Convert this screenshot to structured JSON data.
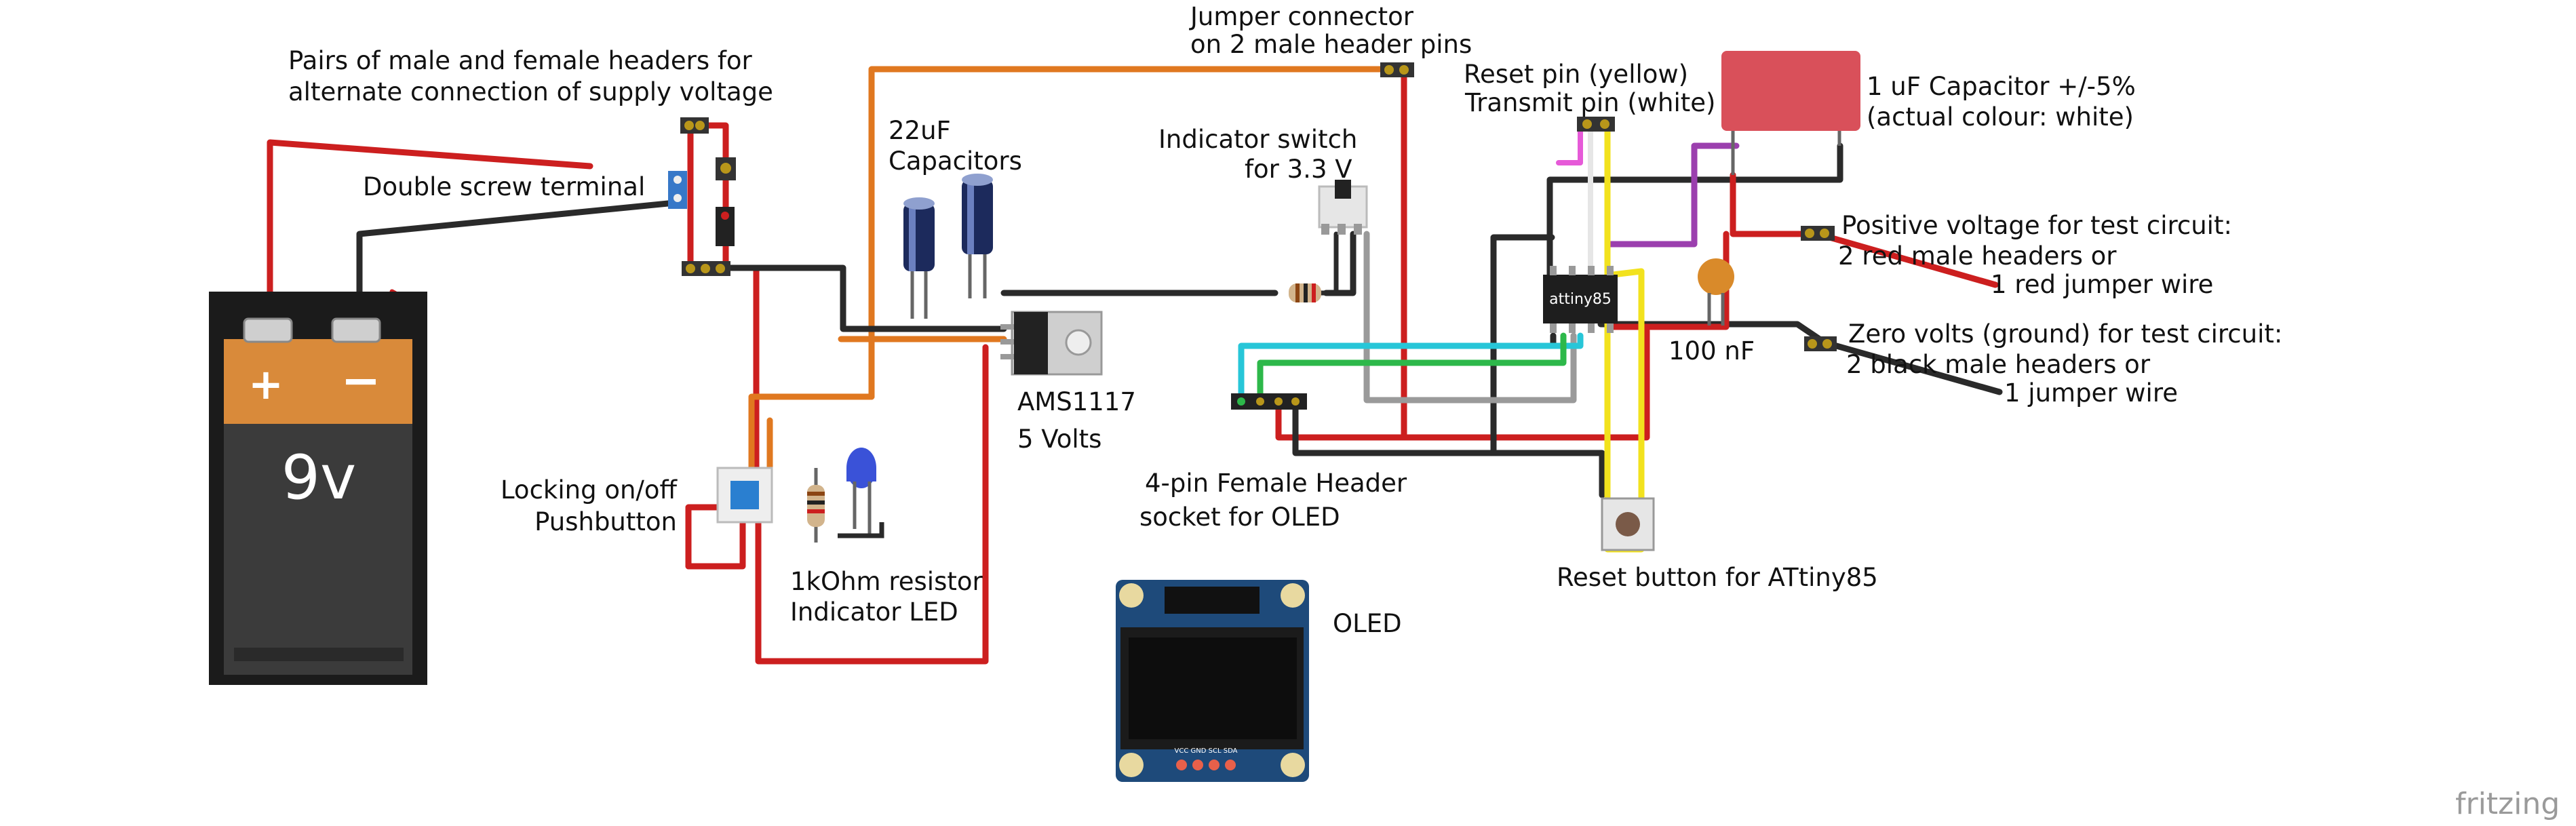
{
  "labels": {
    "headers_pairs_1": "Pairs of male and female headers for",
    "headers_pairs_2": "alternate connection of supply voltage",
    "screw_terminal": "Double screw terminal",
    "capacitors_1": "22uF",
    "capacitors_2": "Capacitors",
    "jumper_1": "Jumper connector",
    "jumper_2": "on 2 male header pins",
    "indicator_switch_1": "Indicator switch",
    "indicator_switch_2": "for 3.3 V",
    "reset_pin": "Reset pin (yellow)",
    "transmit_pin": "Transmit pin (white)",
    "cap_1uf_1": "1 uF Capacitor +/-5%",
    "cap_1uf_2": "(actual colour: white)",
    "positive_1": "Positive voltage for test circuit:",
    "positive_2": "2 red male headers or",
    "positive_3": "1 red jumper wire",
    "zero_1": "Zero volts (ground) for test circuit:",
    "zero_2": "2 black male headers or",
    "zero_3": "1 jumper wire",
    "cap_100nf": "100 nF",
    "regulator_1": "AMS1117",
    "regulator_2": "5 Volts",
    "pushbutton_1": "Locking on/off",
    "pushbutton_2": "Pushbutton",
    "resistor_led_1": "1kOhm resistor",
    "resistor_led_2": "Indicator LED",
    "oled_header_1": "4-pin Female Header",
    "oled_header_2": "socket for OLED",
    "reset_button": "Reset button for ATtiny85",
    "oled": "OLED"
  },
  "parts": {
    "battery_label": "9v",
    "battery_plus": "+",
    "battery_minus": "−",
    "chip_label": "attiny85",
    "oled_pins": "VCC GND SCL SDA"
  },
  "branding": {
    "logo": "fritzing"
  },
  "colors": {
    "red_wire": "#cc1f1f",
    "black_wire": "#2a2a2a",
    "orange_wire": "#e07820",
    "yellow_wire": "#f2e21e",
    "purple_wire": "#9b3fae",
    "cyan_wire": "#27c6d8",
    "green_wire": "#2db84a",
    "grey_wire": "#9a9a9a",
    "battery_copper": "#d98a3a",
    "capacitor_1uf": "#d9505a"
  }
}
